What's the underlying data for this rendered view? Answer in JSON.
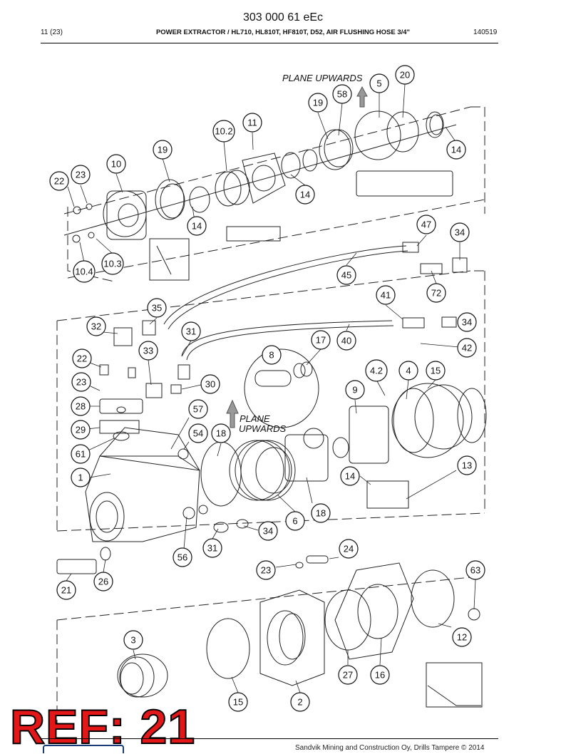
{
  "header": {
    "doc_number": "303 000 61 eEc",
    "page": "11 (23)",
    "title": "POWER EXTRACTOR / HL710, HL810T, HF810T, D52, AIR FLUSHING HOSE 3/4\"",
    "code": "140519"
  },
  "diagram": {
    "plane_label_1": "PLANE UPWARDS",
    "plane_label_2a": "PLANE",
    "plane_label_2b": "UPWARDS",
    "callouts": [
      "20",
      "5",
      "58",
      "19",
      "14",
      "11",
      "10.2",
      "19",
      "10",
      "23",
      "22",
      "14",
      "14",
      "47",
      "34",
      "10.3",
      "10.4",
      "45",
      "72",
      "41",
      "35",
      "34",
      "32",
      "31",
      "40",
      "17",
      "42",
      "8",
      "22",
      "33",
      "4.2",
      "4",
      "15",
      "23",
      "30",
      "9",
      "28",
      "57",
      "29",
      "54",
      "18",
      "61",
      "14",
      "13",
      "1",
      "18",
      "6",
      "34",
      "31",
      "56",
      "24",
      "21",
      "26",
      "63",
      "23",
      "3",
      "12",
      "27",
      "16",
      "15",
      "2"
    ]
  },
  "stamp": {
    "ref_text": "REF: 21"
  },
  "footer": {
    "copyright": "Sandvik Mining and Construction Oy, Drills Tampere © 2014"
  }
}
